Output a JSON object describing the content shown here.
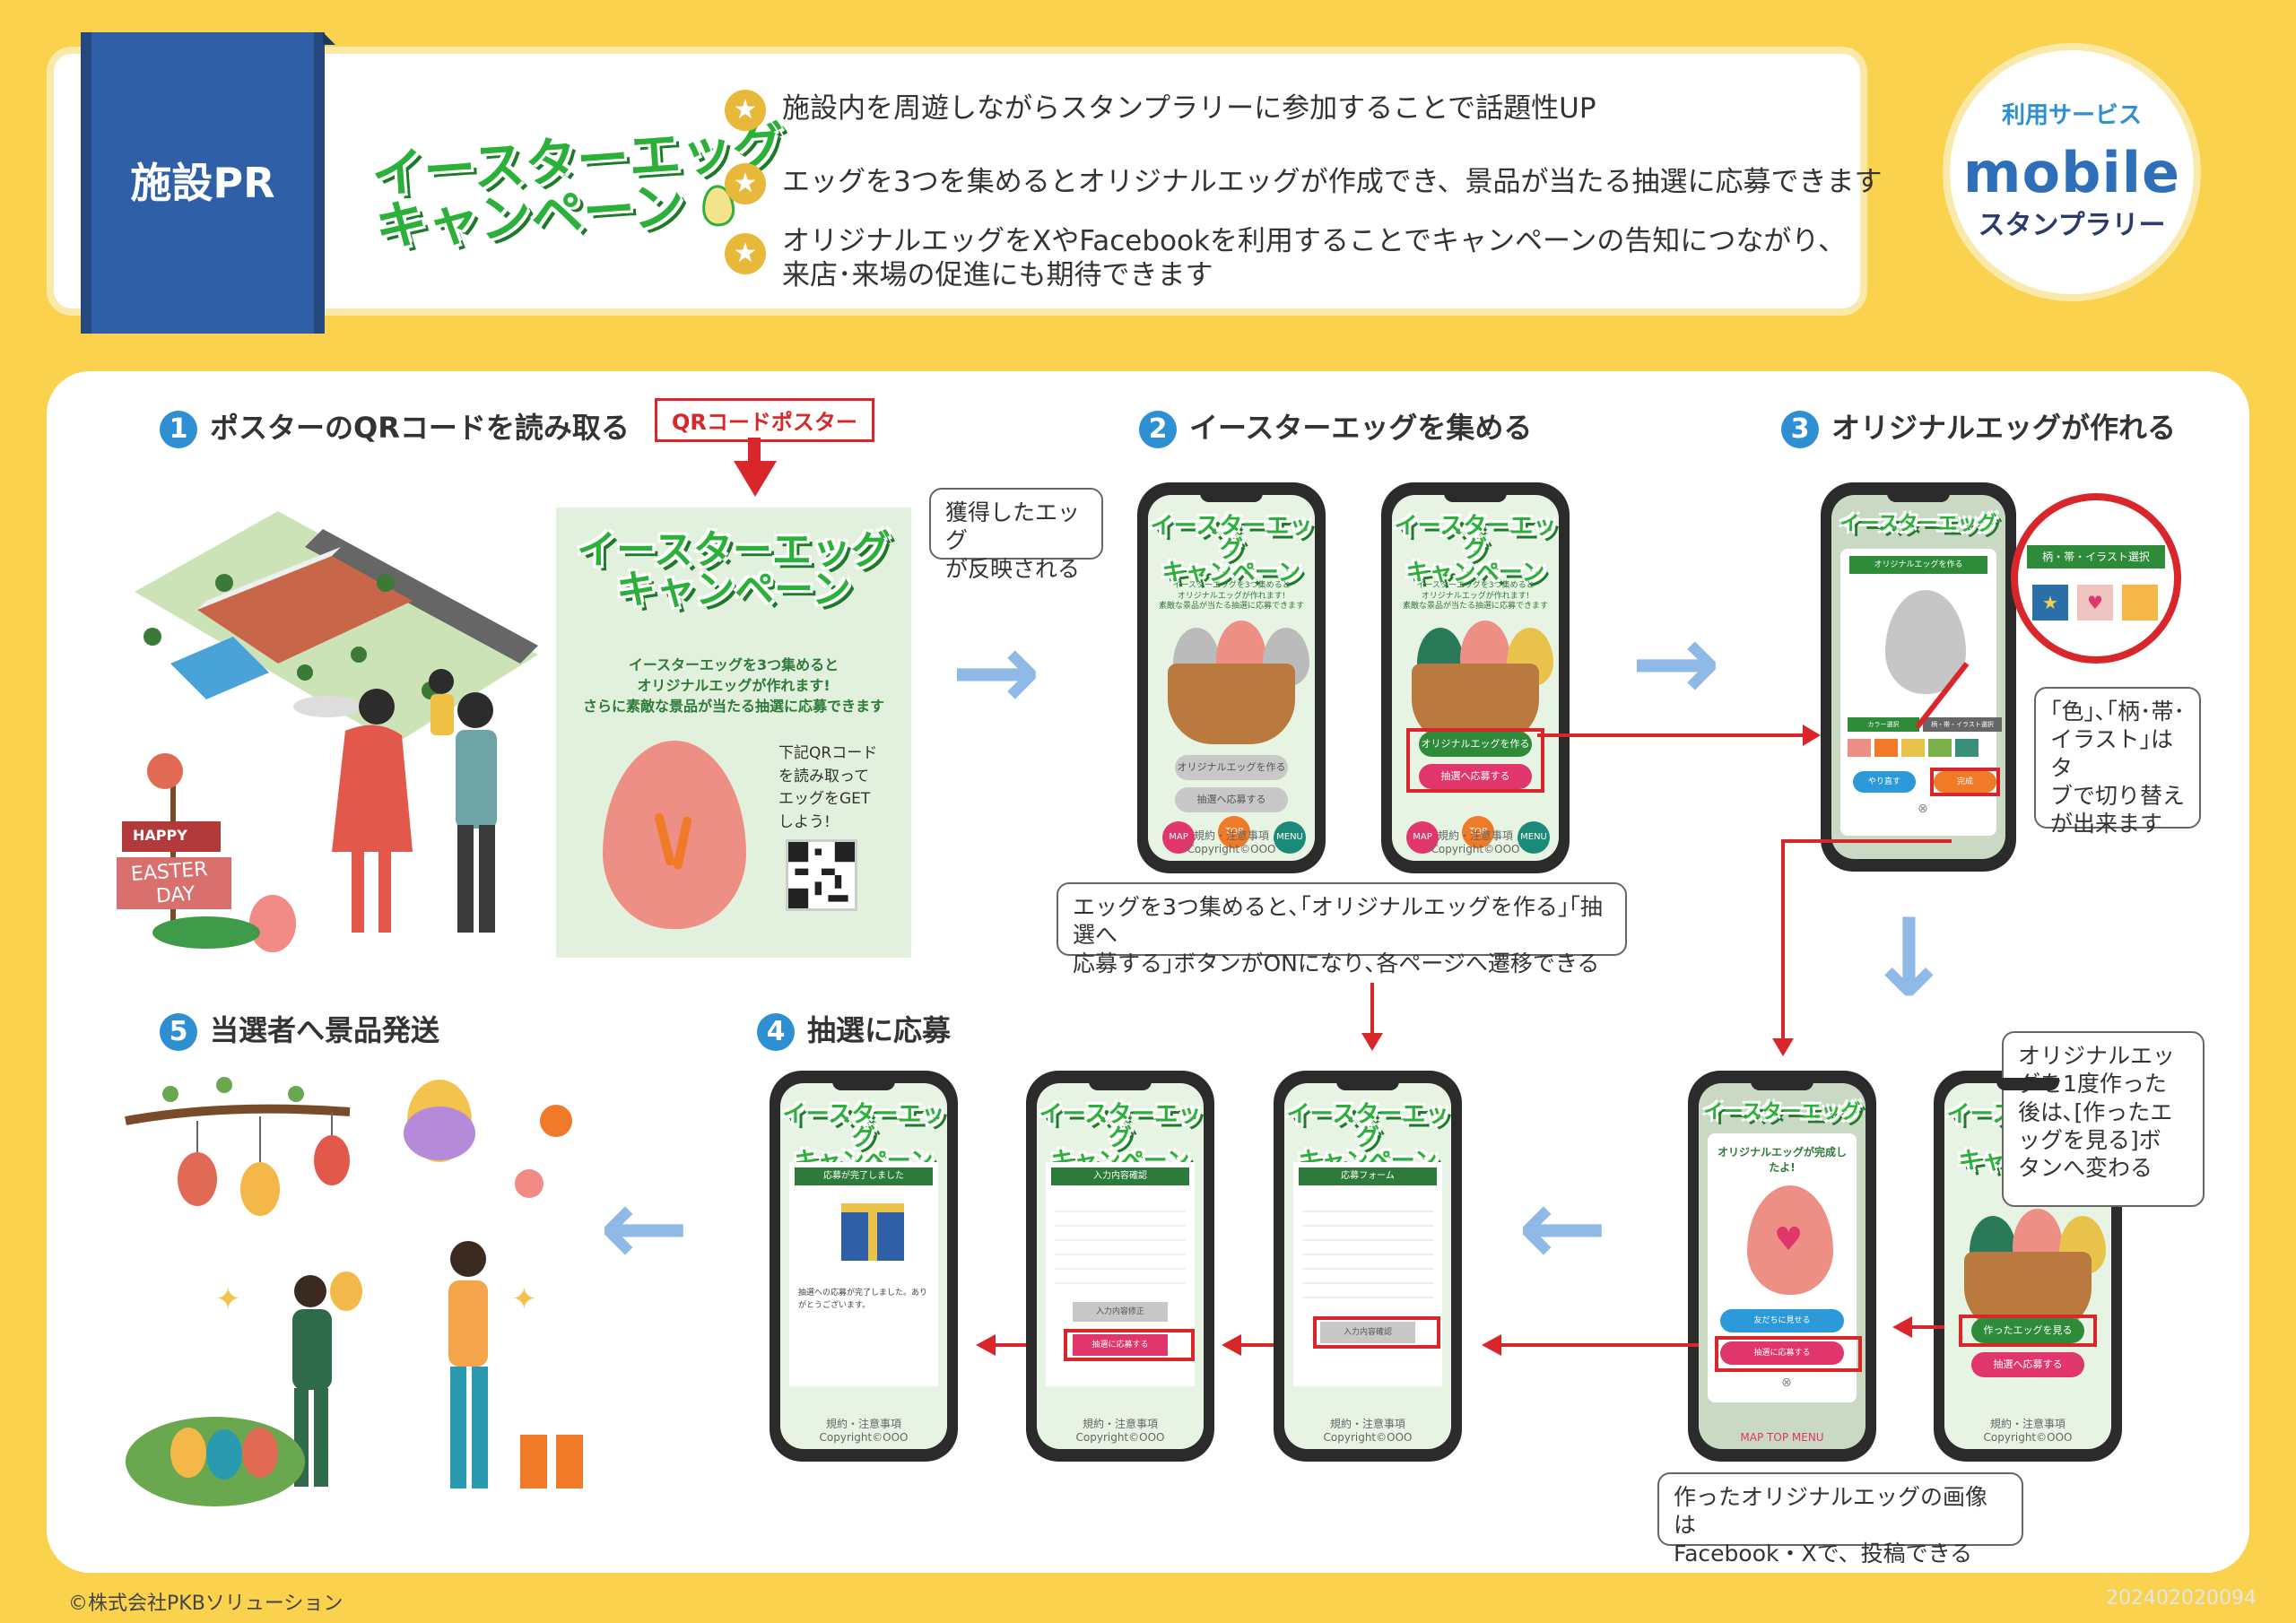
{
  "header": {
    "ribbon_label": "施設PR",
    "campaign_logo_line1": "イースターエッグ",
    "campaign_logo_line2": "キャンペーン",
    "features": [
      "施設内を周遊しながらスタンプラリーに参加することで話題性UP",
      "エッグを3つを集めるとオリジナルエッグが作成でき、景品が当たる抽選に応募できます",
      "オリジナルエッグをXやFacebookを利用することでキャンペーンの告知につながり、",
      "来店･来場の促進にも期待できます"
    ],
    "badge": {
      "service_label": "利用サービス",
      "brand": "mobile",
      "sub": "スタンプラリー"
    }
  },
  "steps": {
    "s1": {
      "num": "1",
      "title": "ポスターのQRコードを読み取る"
    },
    "s2": {
      "num": "2",
      "title": "イースターエッグを集める"
    },
    "s3": {
      "num": "3",
      "title": "オリジナルエッグが作れる"
    },
    "s4": {
      "num": "4",
      "title": "抽選に応募"
    },
    "s5": {
      "num": "5",
      "title": "当選者へ景品発送"
    }
  },
  "poster": {
    "tag": "QRコードポスター",
    "logo_line1": "イースターエッグ",
    "logo_line2": "キャンペーン",
    "text_line1": "イースターエッグを3つ集めると",
    "text_line2": "オリジナルエッグが作れます!",
    "text_line3": "さらに素敵な景品が当たる抽選に応募できます",
    "qr_line1": "下記QRコード",
    "qr_line2": "を読み取って",
    "qr_line3": "エッグをGET",
    "qr_line4": "しよう!"
  },
  "illustration": {
    "sign_happy": "HAPPY",
    "sign_easter": "EASTER",
    "sign_day": "DAY"
  },
  "captions": {
    "reflected_line1": "獲得したエッグ",
    "reflected_line2": "が反映される",
    "three_eggs_line1": "エッグを3つ集めると､｢オリジナルエッグを作る｣｢抽選へ",
    "three_eggs_line2": "応募する｣ボタンがONになり､各ページへ遷移できる",
    "tabs_line1": "｢色｣､｢柄･帯･",
    "tabs_line2": "イラスト｣はタ",
    "tabs_line3": "ブで切り替え",
    "tabs_line4": "が出来ます",
    "changes_line1": "オリジナルエッ",
    "changes_line2": "グを1度作った",
    "changes_line3": "後は､[作ったエ",
    "changes_line4": "ッグを見る]ボ",
    "changes_line5": "タンへ変わる",
    "post_line1": "作ったオリジナルエッグの画像は",
    "post_line2": "Facebook・Xで、投稿できる"
  },
  "phones": {
    "logo_line1": "イースターエッグ",
    "logo_line2": "キャンペーン",
    "intro_line1": "イースターエッグを3つ集めると",
    "intro_line2": "オリジナルエッグが作れます!",
    "intro_line3": "素敵な景品が当たる抽選に応募できます",
    "btn_make": "オリジナルエッグを作る",
    "btn_apply_gray": "抽選へ応募する",
    "btn_apply": "抽選に応募する",
    "btn_map": "MAP",
    "btn_top": "TOP",
    "btn_menu": "MENU",
    "footer_terms": "規約・注意事項",
    "footer_copy": "Copyright©OOO",
    "maker_title": "オリジナルエッグを作る",
    "maker_tab1": "カラー選択",
    "maker_tab2": "柄・帯・イラスト選択",
    "maker_redo": "やり直す",
    "maker_done": "完成",
    "zoom_label": "柄・帯・イラスト選択",
    "done_title": "オリジナルエッグが完成したよ!",
    "btn_show_friends": "友だちに見せる",
    "btn_view_egg": "作ったエッグを見る",
    "form_title": "応募フォーム",
    "form_confirm_btn": "入力内容確認",
    "confirm_title": "入力内容確認",
    "confirm_fix_btn": "入力内容修正",
    "complete_title": "応募が完了しました",
    "complete_text": "抽選への応募が完了しました。ありがとうございます。"
  },
  "footer": {
    "copyright": "©株式会社PKBソリューション",
    "code": "202402020094"
  },
  "colors": {
    "background": "#fad24e",
    "ribbon": "#2f5fa7",
    "accent_red": "#d8262b",
    "arrow_blue": "#8fb9e6",
    "step_blue": "#2f8fd3",
    "logo_green": "#2bb03a"
  }
}
